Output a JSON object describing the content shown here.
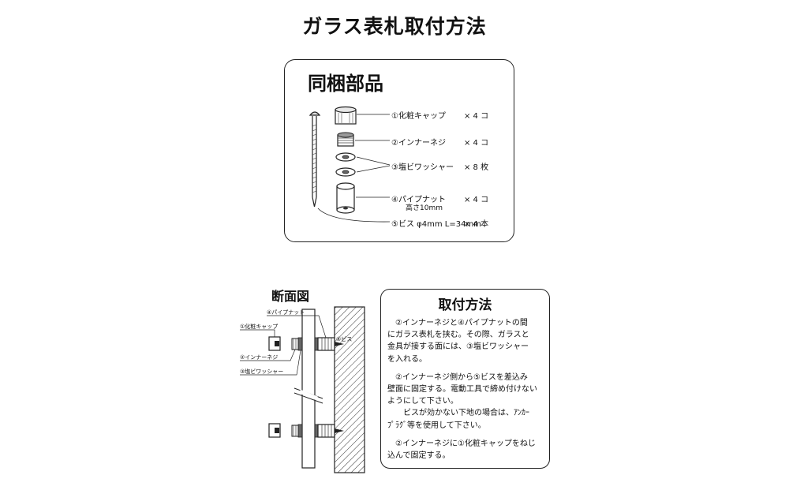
{
  "title": "ガラス表札取付方法",
  "parts": {
    "heading": "同梱部品",
    "items": [
      {
        "label": "①化粧キャップ",
        "qty": "× 4 コ"
      },
      {
        "label": "②インナーネジ",
        "qty": "× 4 コ"
      },
      {
        "label": "③塩ビワッシャー",
        "qty": "× 8 枚"
      },
      {
        "label": "④パイプナット",
        "sub": "高さ10mm",
        "qty": "× 4 コ"
      },
      {
        "label": "⑤ビス φ4mm L=34mm",
        "qty": "× 4 本"
      }
    ]
  },
  "section": {
    "heading": "断面図",
    "labels": {
      "pipe_nut": "④パイプナット",
      "cap": "①化粧キャップ",
      "screw": "⑤ビス",
      "inner": "②インナーネジ",
      "washer": "③塩ビワッシャー"
    }
  },
  "method": {
    "heading": "取付方法",
    "lines": [
      "②インナーネジと④パイプナットの間",
      "にガラス表札を挟む。その際、ガラスと",
      "金具が接する面には、③塩ビワッシャー",
      "を入れる。",
      "",
      "②インナーネジ側から⑤ビスを差込み",
      "壁面に固定する。電動工具で締め付けない",
      "ようにして下さい。",
      "ビスが効かない下地の場合は、ｱﾝｶｰ",
      "ﾌﾟﾗｸﾞ等を使用して下さい。",
      "",
      "②インナーネジに①化粧キャップをねじ",
      "込んで固定する。"
    ]
  }
}
